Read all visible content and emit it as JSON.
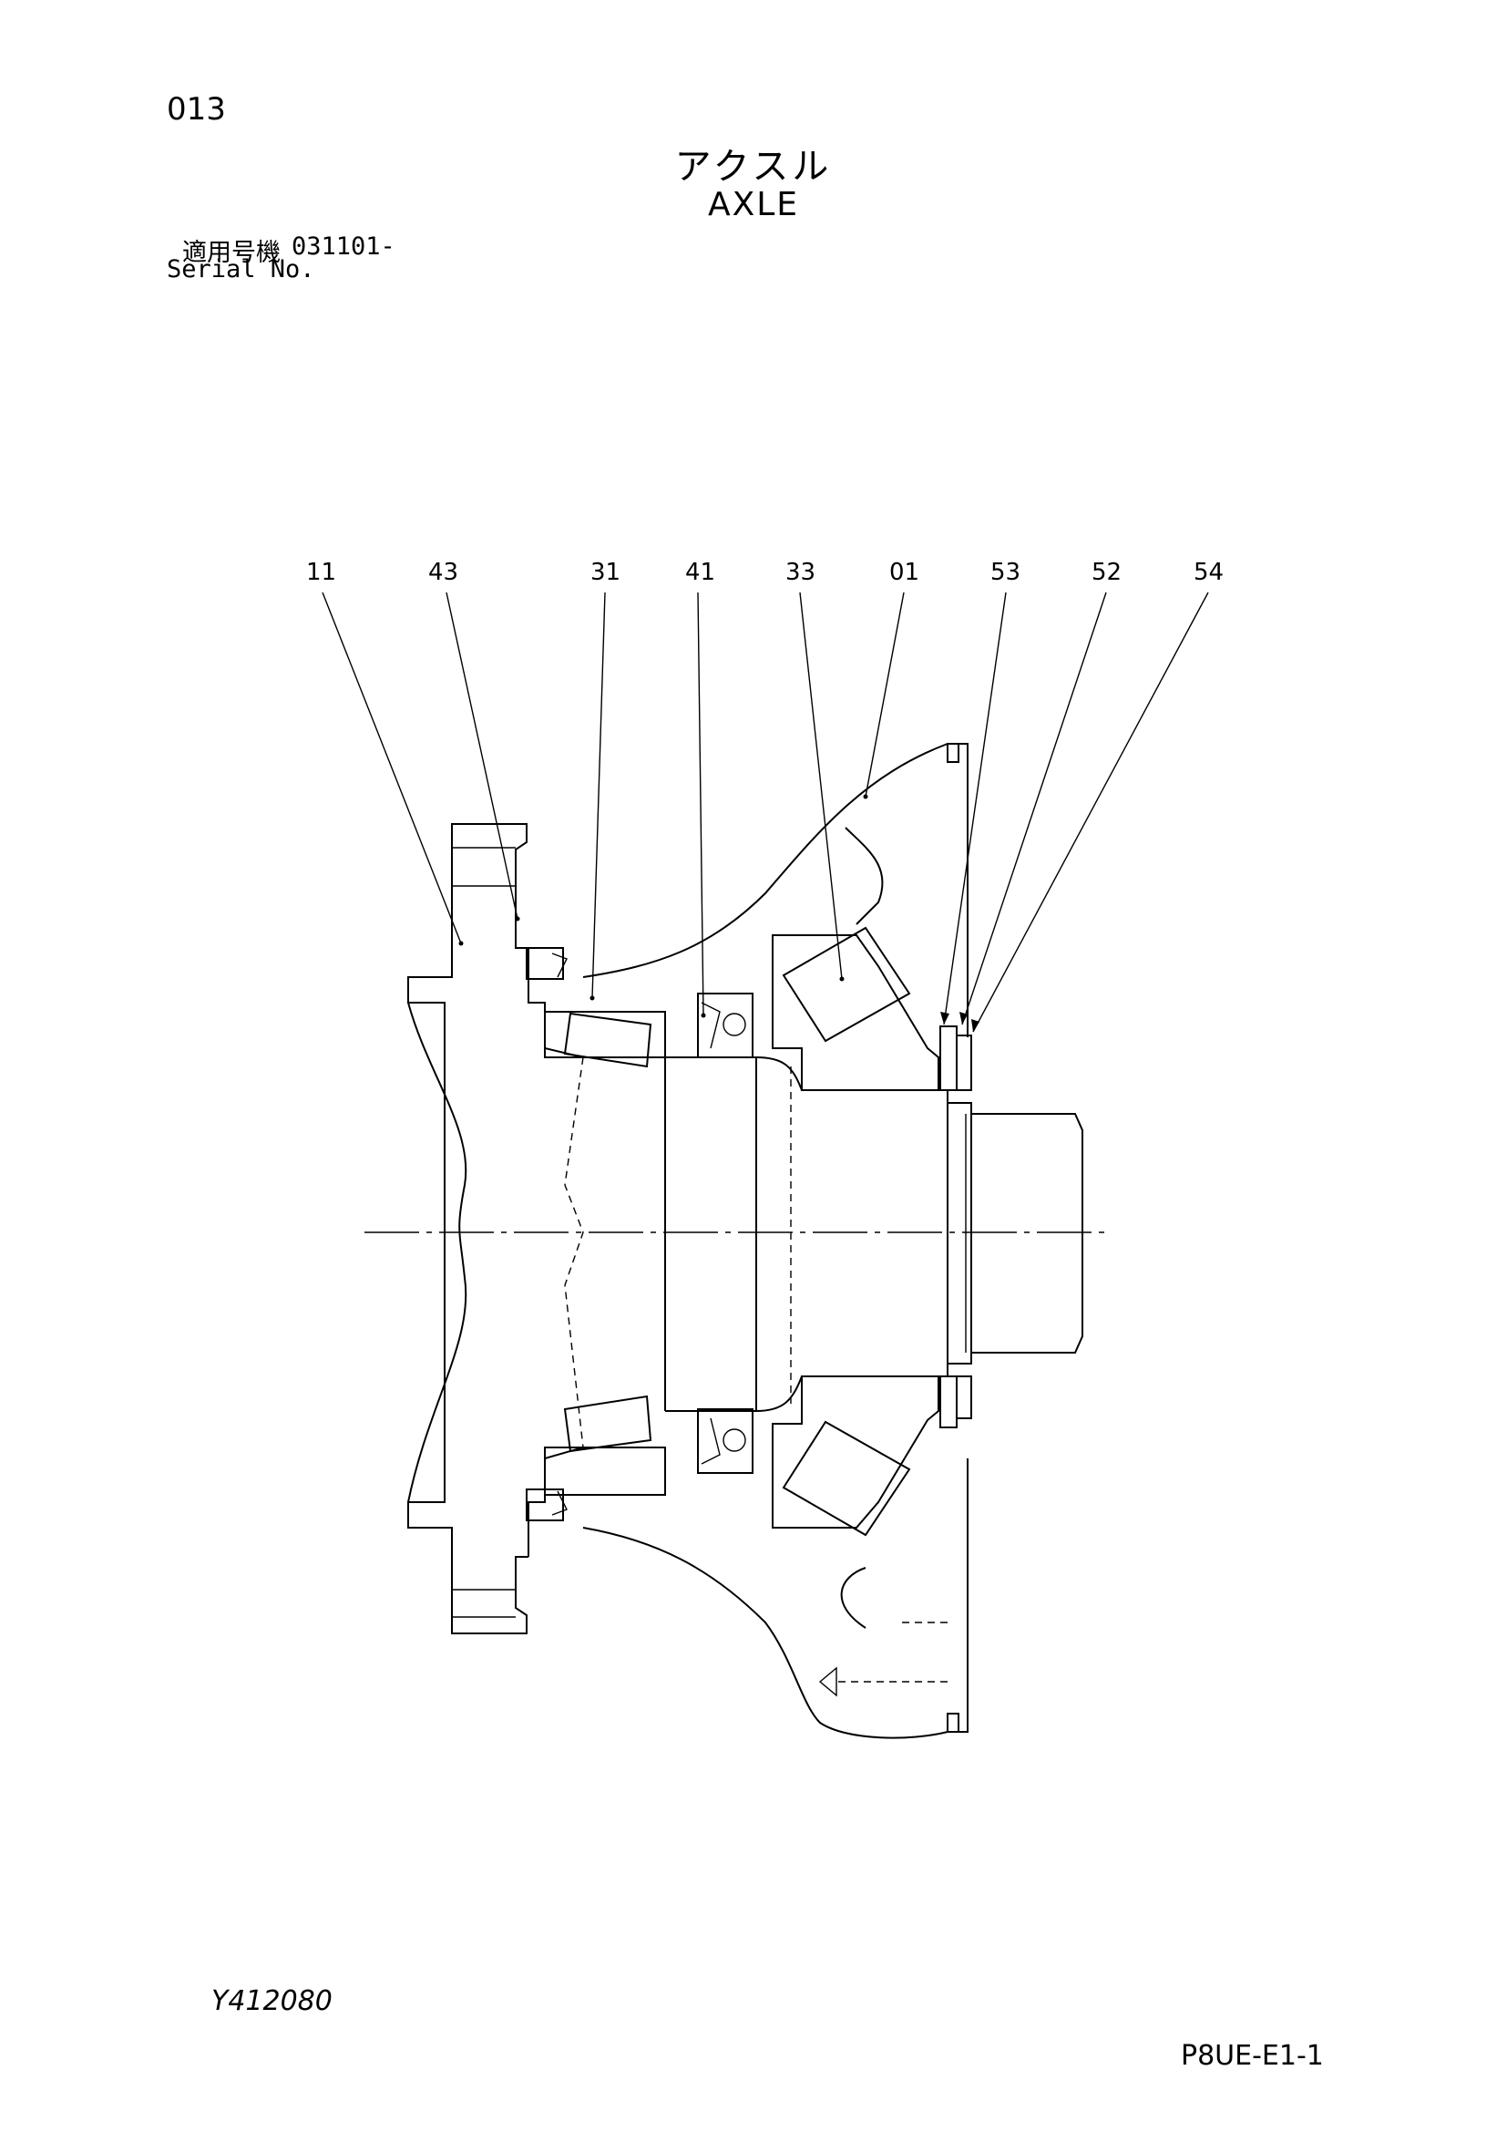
{
  "page_number": "013",
  "title_jp": "アクスル",
  "title_en": "AXLE",
  "serial": {
    "label_jp": "適用号機",
    "label_en": "Serial No.",
    "value": "031101-"
  },
  "callouts": [
    "11",
    "43",
    "31",
    "41",
    "33",
    "01",
    "53",
    "52",
    "54"
  ],
  "drawing_code": "Y412080",
  "sheet_code": "P8UE-E1-1"
}
